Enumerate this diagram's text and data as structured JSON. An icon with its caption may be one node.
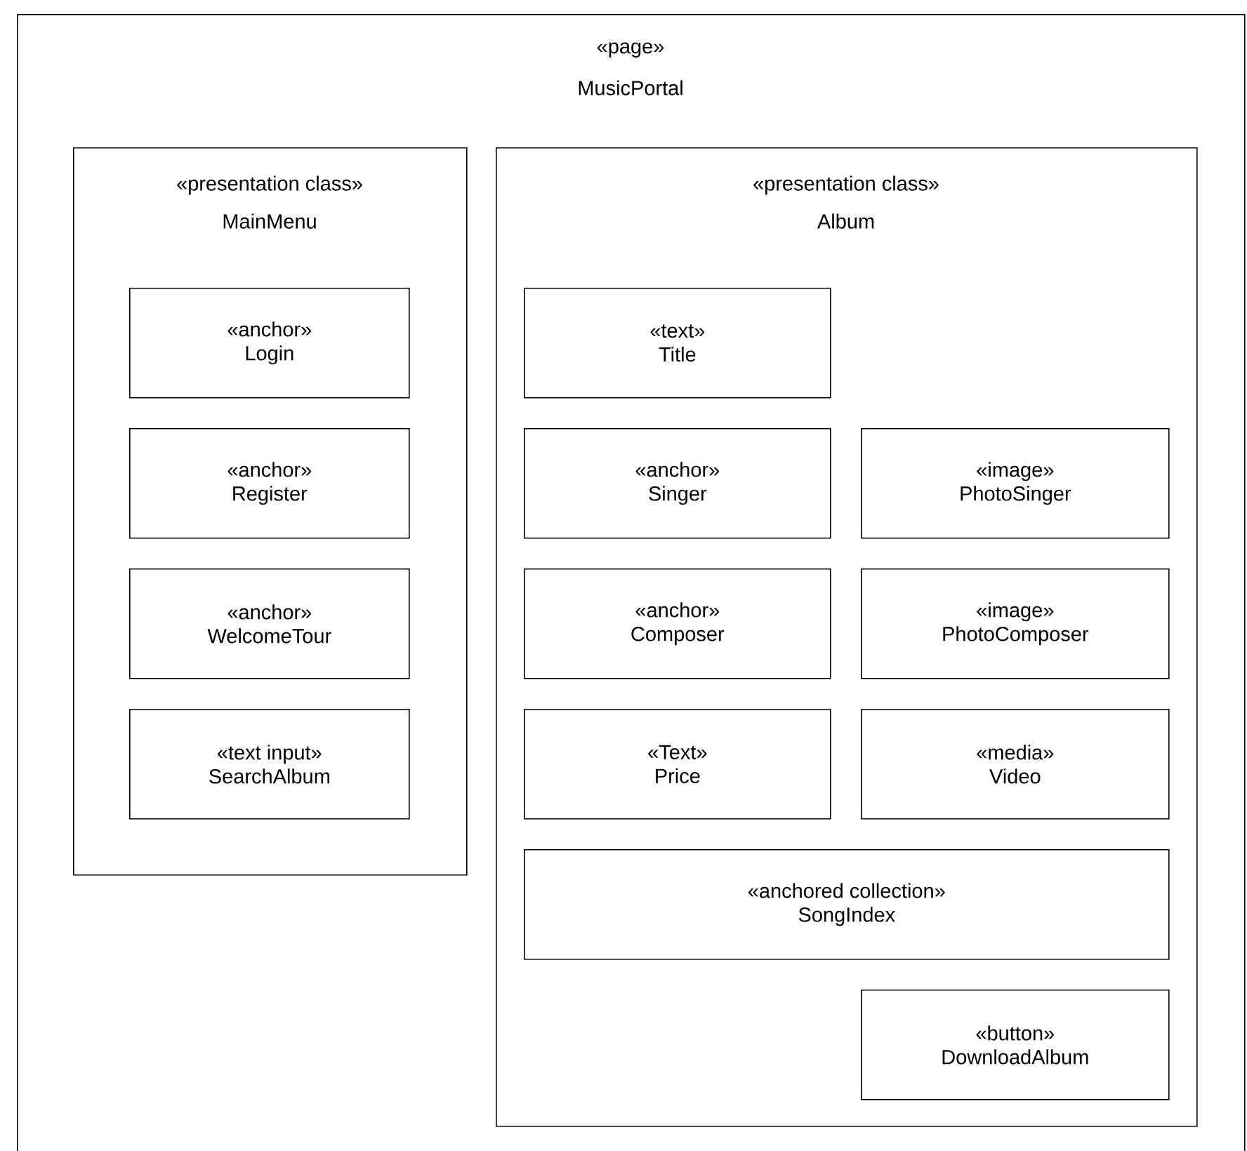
{
  "diagram": {
    "nodes": [
      {
        "text": [
          "«page»",
          "MusicPortal"
        ]
      },
      {
        "text": [
          "«presentation class»",
          "MainMenu"
        ],
        "in": 0
      },
      {
        "text": [
          "«anchor»",
          "Login"
        ],
        "in": 1
      },
      {
        "text": [
          "«anchor»",
          "Register"
        ],
        "in": 1
      },
      {
        "text": [
          "«anchor»",
          "WelcomeTour"
        ],
        "in": 1
      },
      {
        "text": [
          "«text input»",
          "SearchAlbum"
        ],
        "in": 1
      },
      {
        "text": [
          "«presentation class»",
          "Album"
        ],
        "in": 0
      },
      {
        "text": [
          "«text»",
          "Title"
        ],
        "in": 6
      },
      {
        "text": [
          "«anchor»",
          "Singer"
        ],
        "in": 6
      },
      {
        "text": [
          "«image»",
          "PhotoSinger"
        ],
        "in": 6
      },
      {
        "text": [
          "«anchor»",
          "Composer"
        ],
        "in": 6
      },
      {
        "text": [
          "«image»",
          "PhotoComposer"
        ],
        "in": 6
      },
      {
        "text": [
          "«Text»",
          "Price"
        ],
        "in": 6
      },
      {
        "text": [
          "«media»",
          "Video"
        ],
        "in": 6
      },
      {
        "text": [
          "«anchored collection»",
          "SongIndex"
        ],
        "in": 6
      },
      {
        "text": [
          "«button»",
          "DownloadAlbum"
        ],
        "in": 6
      }
    ]
  }
}
